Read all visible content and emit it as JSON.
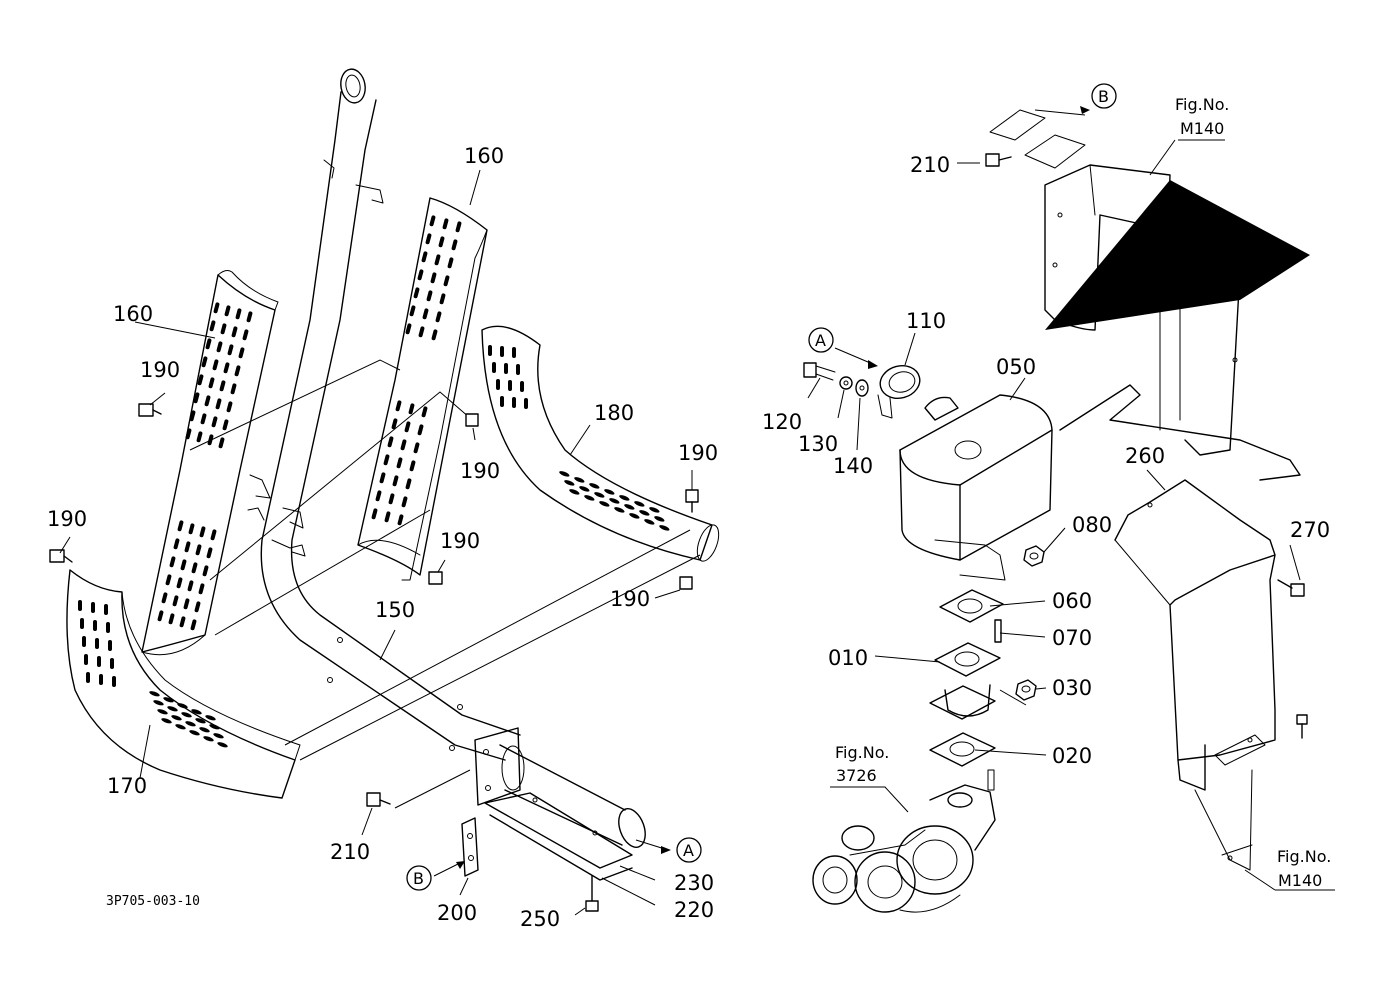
{
  "drawing_code": "3P705-003-10",
  "callouts": {
    "p160_top": "160",
    "p160_left": "160",
    "p190_a": "190",
    "p190_b": "190",
    "p190_c": "190",
    "p190_d": "190",
    "p190_e": "190",
    "p190_f": "190",
    "p180": "180",
    "p150": "150",
    "p170": "170",
    "p210_left": "210",
    "p210_top": "210",
    "p200": "200",
    "p230": "230",
    "p220": "220",
    "p250": "250",
    "p110": "110",
    "p050": "050",
    "p120": "120",
    "p130": "130",
    "p140": "140",
    "p260": "260",
    "p270": "270",
    "p080": "080",
    "p060": "060",
    "p070": "070",
    "p010": "010",
    "p030": "030",
    "p020": "020"
  },
  "refs": {
    "a_right": "A",
    "a_left": "A",
    "b_top": "B",
    "b_bottom": "B"
  },
  "fig_refs": {
    "top_line1": "Fig.No.",
    "top_line2": "M140",
    "turbo_line1": "Fig.No.",
    "turbo_line2": "3726",
    "bottom_line1": "Fig.No.",
    "bottom_line2": "M140"
  }
}
